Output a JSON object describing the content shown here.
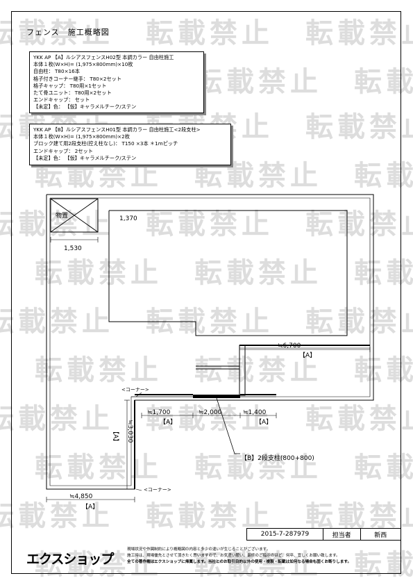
{
  "watermark": "転載禁止",
  "title": "フェンス　施工概略図",
  "spec_a": {
    "lines": [
      "YKK AP 【A】ルシアスフェンスH02型 本調カラー 自由柱施工",
      "本体１枚(W×H)= (1,975×800mm)×10枚",
      "自由柱： T80×16本",
      "格子付きコーナー継手： T80×2セット",
      "格子キャップ： T80用×1セット",
      "たて骨ユニット： T80用×2セット",
      "エンドキャップ： セット",
      "【未定】色： 【仮】キャラメルチーク/ステン"
    ]
  },
  "spec_b": {
    "lines": [
      "YKK AP 【B】ルシアスフェンスH01型 本調カラー 自由柱施工<2段支柱>",
      "本体１枚(W×H)= (1,975×800mm)×2枚",
      "ブロック建て用2段支柱(控え柱なし)： T150 ×3本 ＊1mピッチ",
      "エンドキャップ： 2セット",
      "【未定】色： 【仮】キャラメルチーク/ステン"
    ]
  },
  "drawing": {
    "storage_label": "物置",
    "dim_1370": "1,370",
    "dim_1530": "1,530",
    "dim_6700": "≒6,700",
    "label_a1": "【A】",
    "corner_top": "<コーナー>",
    "dim_1700": "≒1,700",
    "dim_2000": "≒2,000",
    "dim_1400": "≒1,400",
    "label_a2": "【A】",
    "label_a3": "【A】",
    "dim_3030": "≒3,030",
    "label_a4": "【A】",
    "callout_b": "【B】2段支柱(800+800)",
    "corner_bottom": "<コーナー>",
    "dim_4850": "≒4,850",
    "label_a5": "【A】"
  },
  "titleblock": {
    "doc_no": "2015-7-287979",
    "role": "担当者",
    "person": "新西"
  },
  "logo": "エクスショップ",
  "notes": [
    "現場状況や作図制約により概略図の内容と多少の違いが生じることがございます。",
    "施工時は、現場優先とさせて頂きたく思いますので、お気遣い願い、最終のご指示のほど、何卒、宜しくお願い致します。",
    "全ての著作権はエクスショップに帰属します。当社とのお取引目的以外の使用・複製・転載は如何なる場合も固くお断りします。"
  ]
}
